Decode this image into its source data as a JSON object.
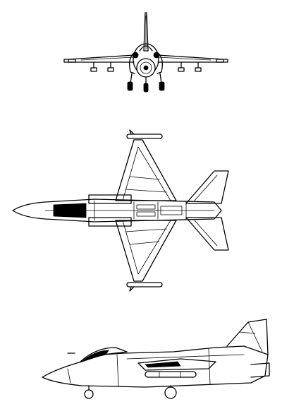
{
  "drawing": {
    "views": [
      "front",
      "top",
      "side"
    ],
    "colors": {
      "line": "#000000",
      "paper": "#ffffff"
    },
    "icons": [
      "aircraft-front-view-icon",
      "aircraft-top-view-icon",
      "aircraft-side-view-icon"
    ]
  }
}
